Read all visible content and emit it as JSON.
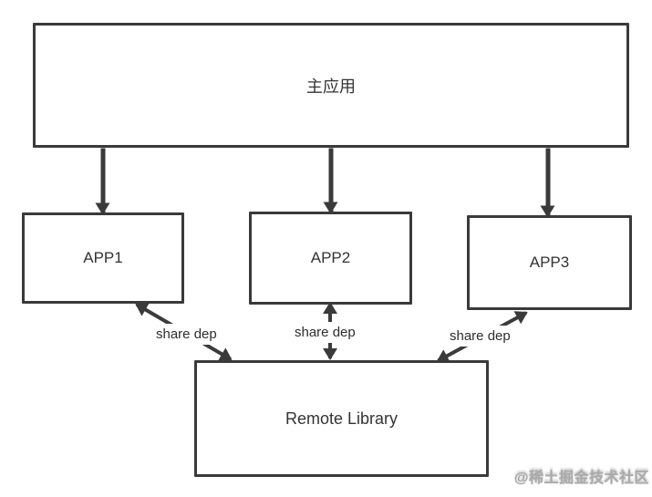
{
  "diagram": {
    "nodes": {
      "main": {
        "label": "主应用"
      },
      "app1": {
        "label": "APP1"
      },
      "app2": {
        "label": "APP2"
      },
      "app3": {
        "label": "APP3"
      },
      "remote": {
        "label": "Remote Library"
      }
    },
    "edges": {
      "main_to_app1": {
        "label": ""
      },
      "main_to_app2": {
        "label": ""
      },
      "main_to_app3": {
        "label": ""
      },
      "app1_remote": {
        "label": "share dep"
      },
      "app2_remote": {
        "label": "share dep"
      },
      "app3_remote": {
        "label": "share dep"
      }
    },
    "watermark": "@稀土掘金技术社区",
    "colors": {
      "stroke": "#3a3a3a",
      "node_background": "#ffffff",
      "canvas_background": "#ffffff",
      "text": "#333333",
      "edge_label_background": "#ffffff",
      "watermark_text": "#ababab"
    }
  }
}
